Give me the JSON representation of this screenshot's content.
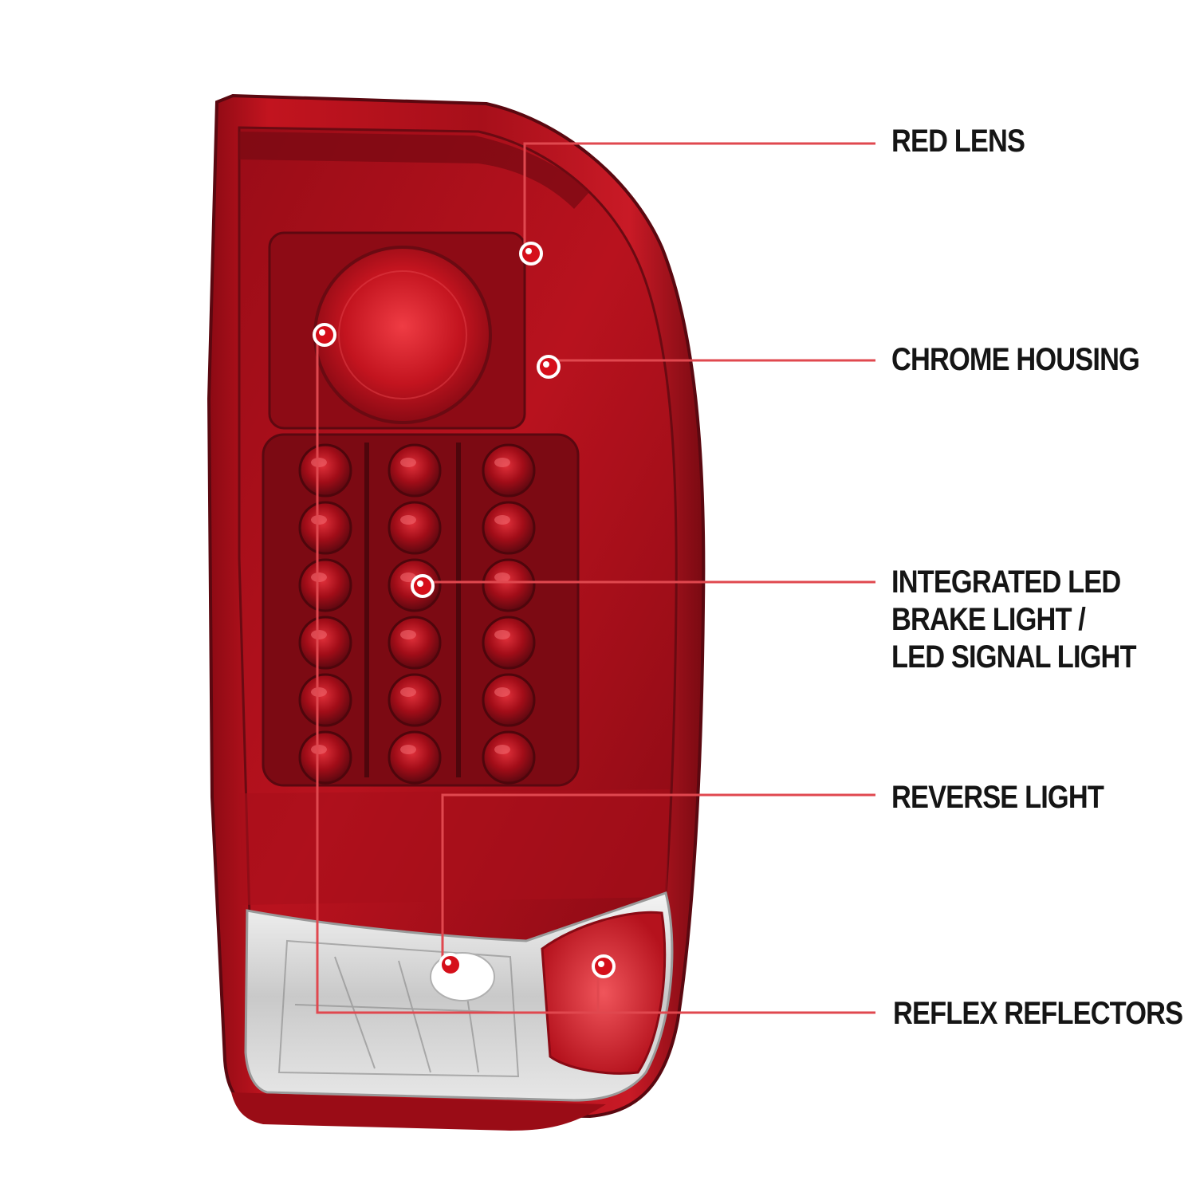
{
  "colors": {
    "background": "#ffffff",
    "lens_red": "#b3101c",
    "lens_dark": "#6e0a12",
    "callout_line": "#e0484f",
    "dot_fill": "#d50f1a",
    "label_text": "#151515"
  },
  "callouts": [
    {
      "id": "red-lens",
      "lines": [
        "RED LENS"
      ]
    },
    {
      "id": "chrome-housing",
      "lines": [
        "CHROME HOUSING"
      ]
    },
    {
      "id": "led",
      "lines": [
        "INTEGRATED LED",
        "BRAKE LIGHT /",
        "LED SIGNAL LIGHT"
      ]
    },
    {
      "id": "reverse",
      "lines": [
        "REVERSE LIGHT"
      ]
    },
    {
      "id": "reflex",
      "lines": [
        "REFLEX REFLECTORS"
      ]
    }
  ]
}
